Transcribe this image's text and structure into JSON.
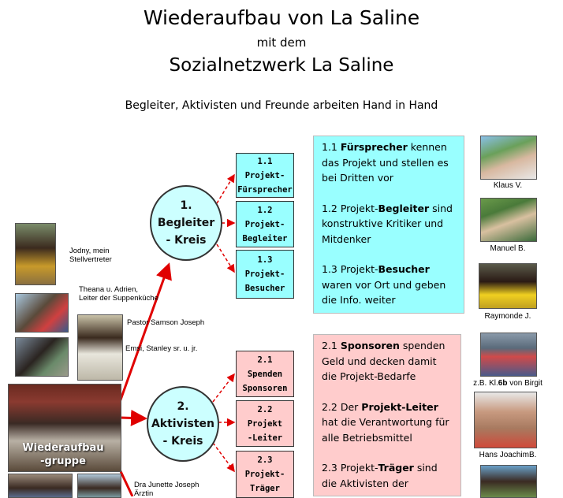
{
  "header": {
    "title": "Wiederaufbau von La Saline",
    "mit_dem": "mit dem",
    "subtitle": "Sozialnetzwerk La Saline",
    "tagline": "Begleiter, Aktivisten und Freunde arbeiten Hand in Hand"
  },
  "circles": {
    "c1": "1.\nBegleiter\n- Kreis",
    "c2": "2.\nAktivisten\n- Kreis"
  },
  "boxes": {
    "b11": "1.1\nProjekt-\nFürsprecher",
    "b12": "1.2\nProjekt-\nBegleiter",
    "b13": "1.3\nProjekt-\nBesucher",
    "b21": "2.1\nSpenden\nSponsoren",
    "b22": "2.2\nProjekt\n-Leiter",
    "b23": "2.3\nProjekt-\nTräger"
  },
  "panel1": {
    "p1_pre": "1.1 ",
    "p1_bold": "Fürsprecher",
    "p1_post": " kennen das Projekt und stellen es bei Dritten vor",
    "p2_pre": "1.2 Projekt-",
    "p2_bold": "Begleiter",
    "p2_post": " sind konstruktive Kritiker und Mitdenker",
    "p3_pre": "1.3 Projekt-",
    "p3_bold": "Besucher",
    "p3_post": " waren vor Ort und geben die Info. weiter"
  },
  "panel2": {
    "p1_pre": "2.1 ",
    "p1_bold": "Sponsoren",
    "p1_post": " spenden Geld und decken damit die Projekt-Bedarfe",
    "p2_pre": "2.2 Der ",
    "p2_bold": "Projekt-Leiter",
    "p2_post": " hat die Verantwortung für alle Betriebsmittel",
    "p3_pre": "2.3 Projekt-",
    "p3_bold": "Träger",
    "p3_post": " sind die Aktivisten der"
  },
  "left_captions": {
    "jodny": "Jodny, mein\nStellvertreter",
    "theana": "Theana u. Adrien,\nLeiter der Suppenküche",
    "samson": "Pastor Samson Joseph",
    "emsi": "Emsi, Stanley sr. u. jr.",
    "junette": "Dra Junette Joseph\nÄrztin",
    "group": "Wiederaufbau\n-gruppe"
  },
  "right_captions": {
    "klaus": "Klaus V.",
    "manuel": "Manuel B.",
    "raymonde": "Raymonde J.",
    "birgit_pre": "z.B. Kl.",
    "birgit_bold": "6b",
    "birgit_post": " von Birgit",
    "hans": "Hans JoachimB."
  },
  "colors": {
    "circle_fill": "#ccffff",
    "cyan": "#99ffff",
    "pink": "#ffcccc",
    "arrow": "#e00000"
  }
}
